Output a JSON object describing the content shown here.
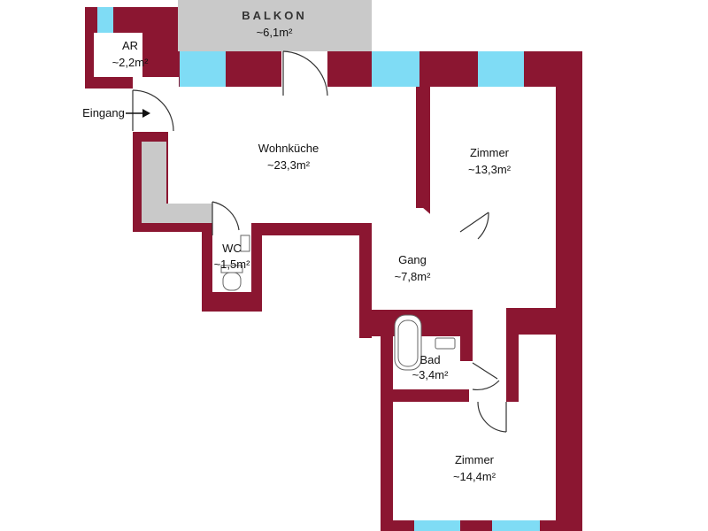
{
  "colors": {
    "wall": "#8b1631",
    "window": "#7fdcf5",
    "balcony": "#c9c9c9",
    "floor": "#ffffff",
    "fixture": "#666666",
    "label": "#111111"
  },
  "rooms": {
    "balkon": {
      "name": "BALKON",
      "area": "~6,1m²"
    },
    "ar": {
      "name": "AR",
      "area": "~2,2m²"
    },
    "wohnkueche": {
      "name": "Wohnküche",
      "area": "~23,3m²"
    },
    "zimmer1": {
      "name": "Zimmer",
      "area": "~13,3m²"
    },
    "wc": {
      "name": "WC",
      "area": "~1,5m²"
    },
    "gang": {
      "name": "Gang",
      "area": "~7,8m²"
    },
    "bad": {
      "name": "Bad",
      "area": "~3,4m²"
    },
    "zimmer2": {
      "name": "Zimmer",
      "area": "~14,4m²"
    }
  },
  "entrance": {
    "label": "Eingang"
  }
}
